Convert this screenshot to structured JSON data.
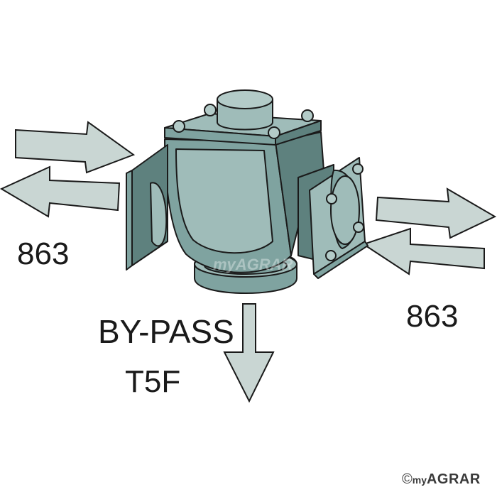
{
  "labels": {
    "left_code": "863",
    "right_code": "863",
    "bypass": "BY-PASS",
    "model": "T5F",
    "watermark": "myAGRAR"
  },
  "copyright": {
    "symbol": "©",
    "prefix": "my",
    "brand": "AGRAR"
  },
  "colors": {
    "arrow_fill": "#c9d6d3",
    "valve_body": "#7fa3a0",
    "valve_light": "#9fbcb9",
    "valve_dark": "#5e817e",
    "outline": "#1a1a1a"
  }
}
